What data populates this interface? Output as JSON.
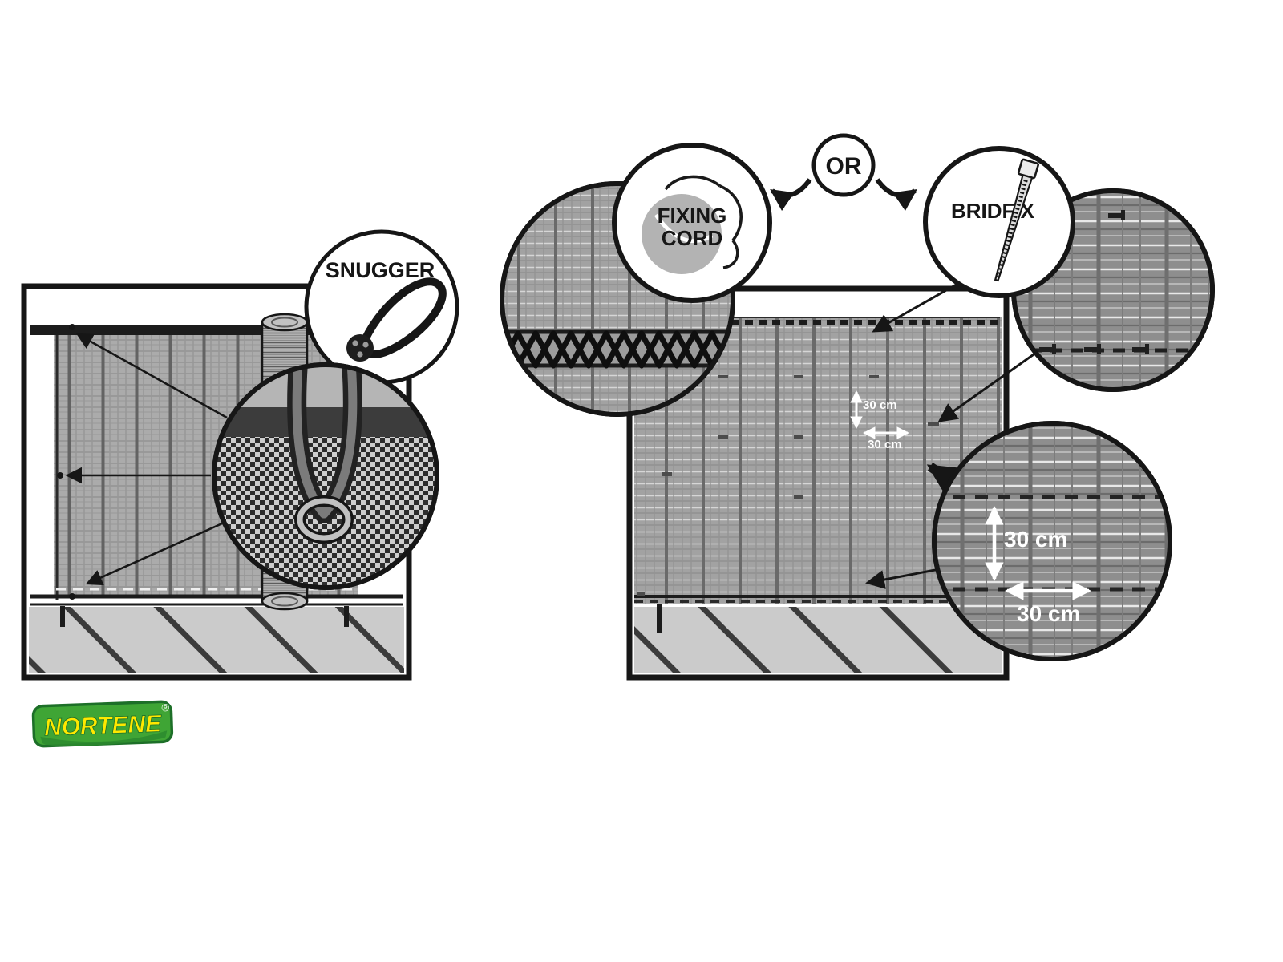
{
  "page": {
    "background": "#ffffff"
  },
  "left_panel": {
    "callout_label": "SNUGGER"
  },
  "right_panel": {
    "or_label": "OR",
    "fixing_cord_line1": "FIXING",
    "fixing_cord_line2": "CORD",
    "bridfix_label": "BRIDFIX",
    "spacing_small_vertical": "30 cm",
    "spacing_small_horizontal": "30 cm",
    "spacing_large_vertical": "30 cm",
    "spacing_large_horizontal": "30 cm"
  },
  "brand": {
    "name": "NORTENE",
    "registered_mark": "®"
  },
  "colors": {
    "outline": "#161616",
    "mesh_gray": "#a5a5a5",
    "ground_gray": "#cbcbcb",
    "brand_green": "#3fa535",
    "brand_green_dark": "#1d6f28",
    "brand_yellow": "#ffe800"
  }
}
